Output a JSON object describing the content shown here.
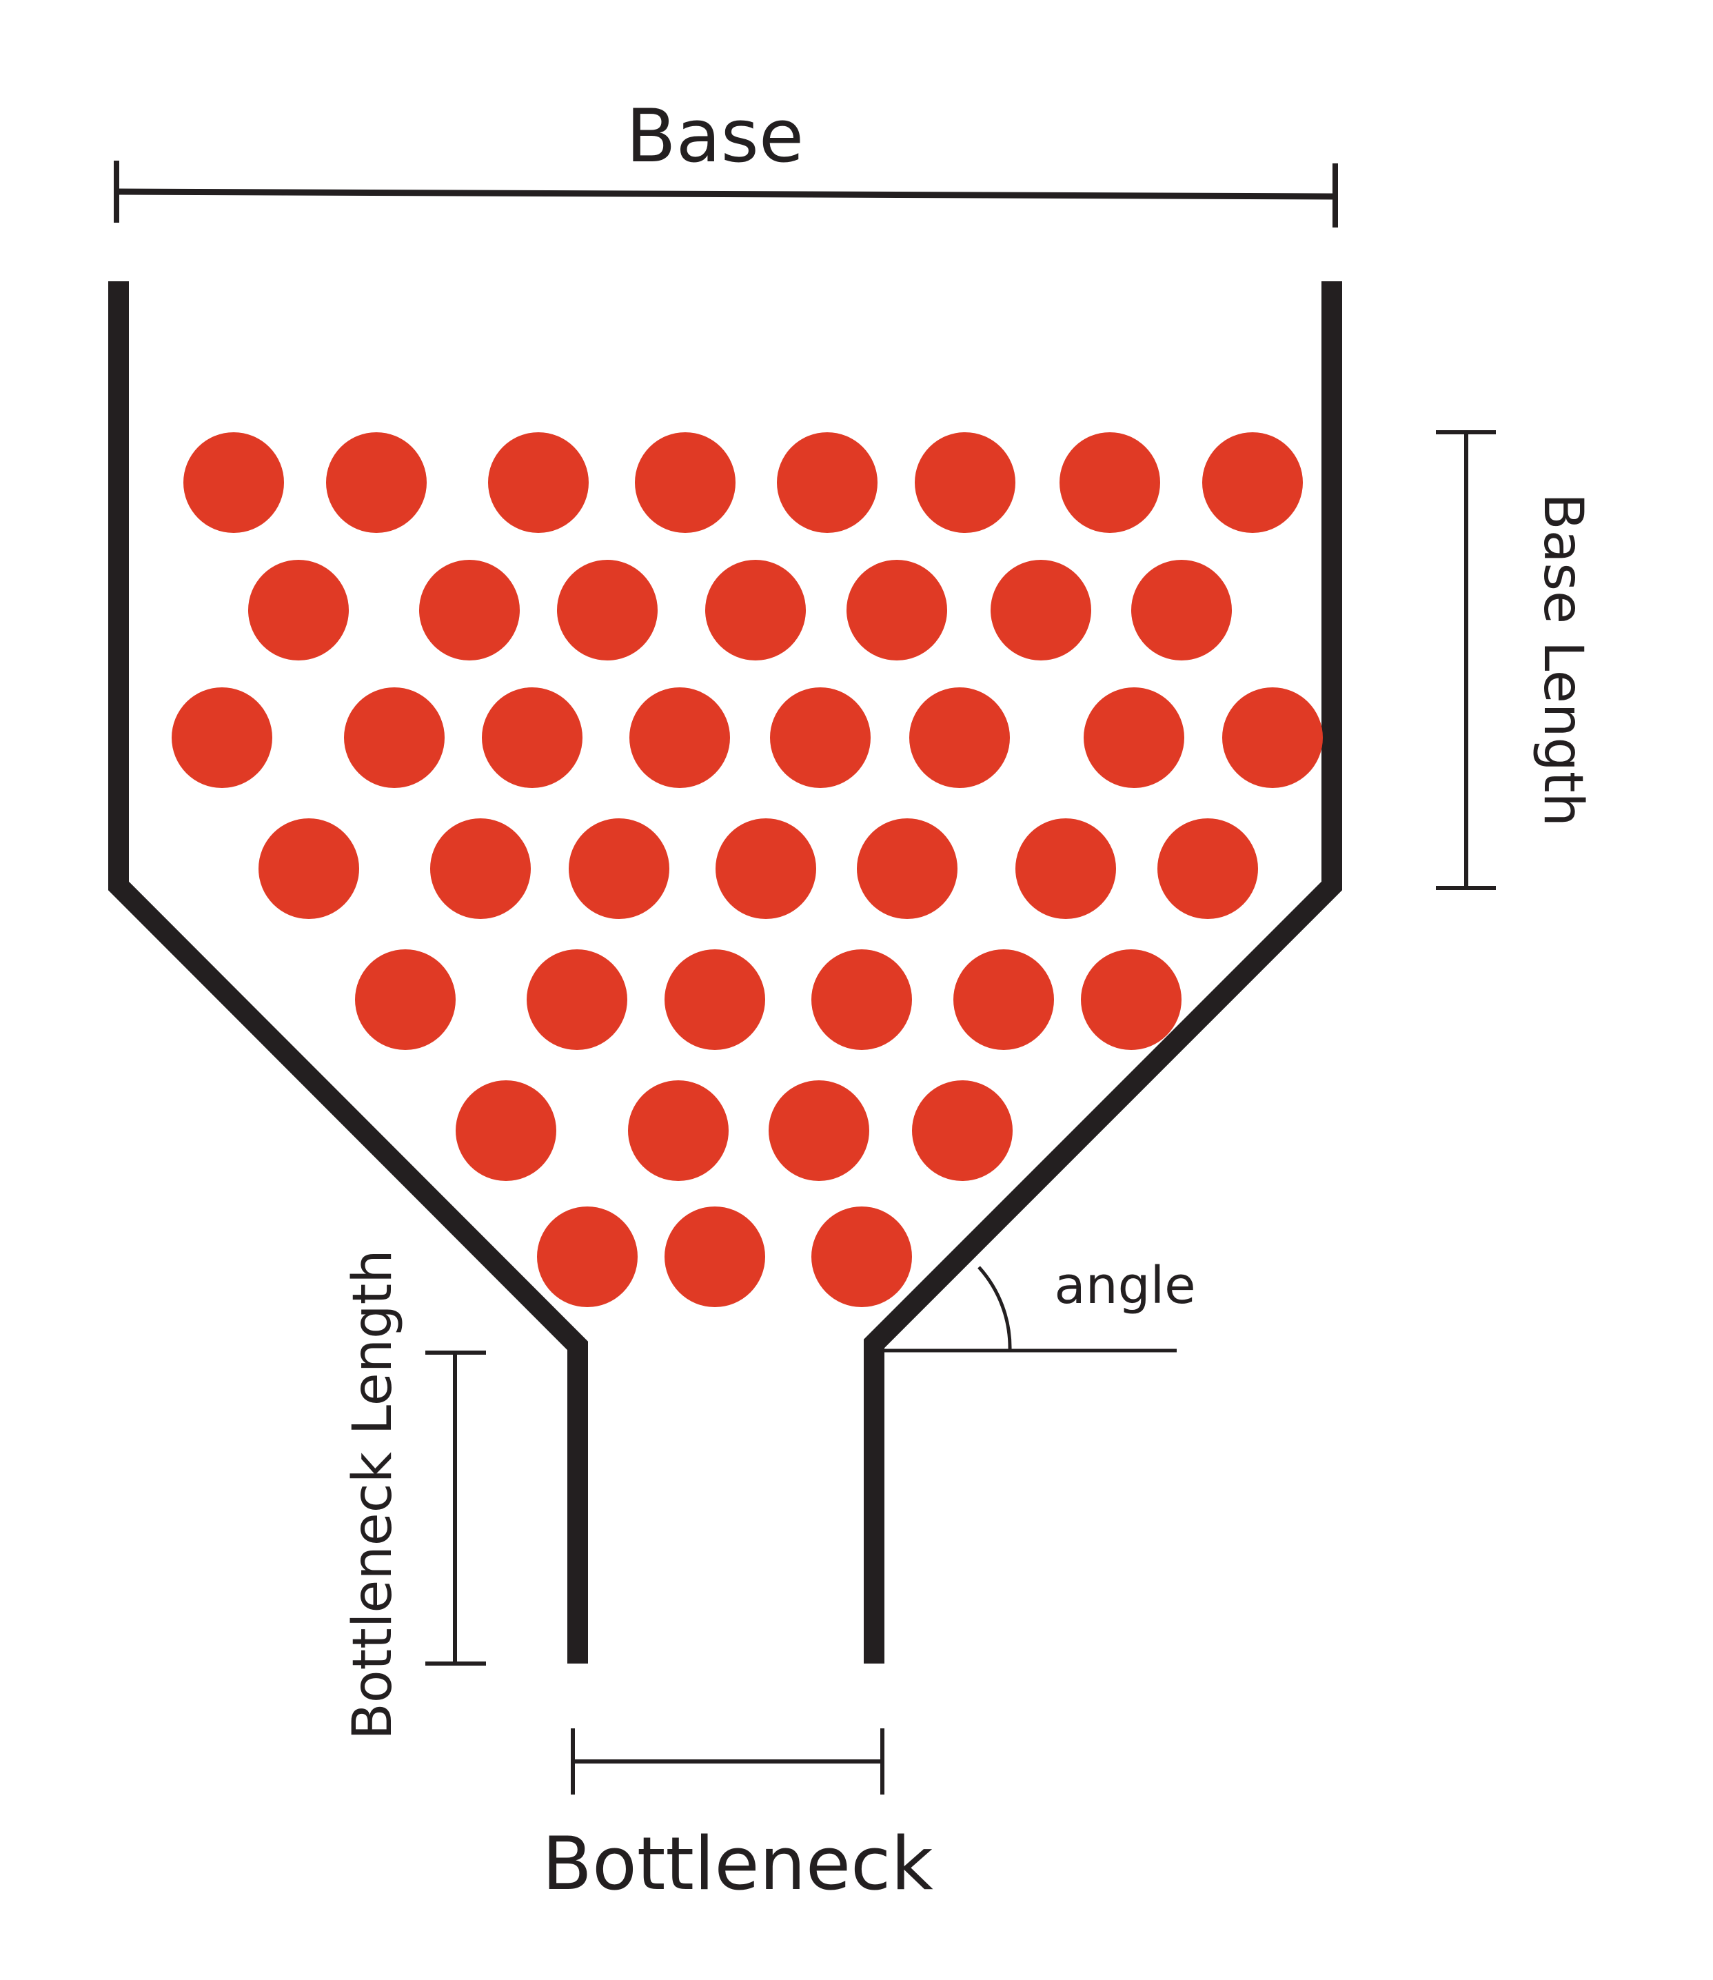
{
  "labels": {
    "base": "Base",
    "base_length": "Base Length",
    "angle": "angle",
    "bottleneck_length": "Bottleneck Length",
    "bottleneck": "Bottleneck"
  },
  "colors": {
    "wall": "#231f20",
    "particle": "#e03a25",
    "text": "#231f20"
  },
  "particle_rows": [
    8,
    7,
    8,
    7,
    6,
    4,
    3
  ]
}
